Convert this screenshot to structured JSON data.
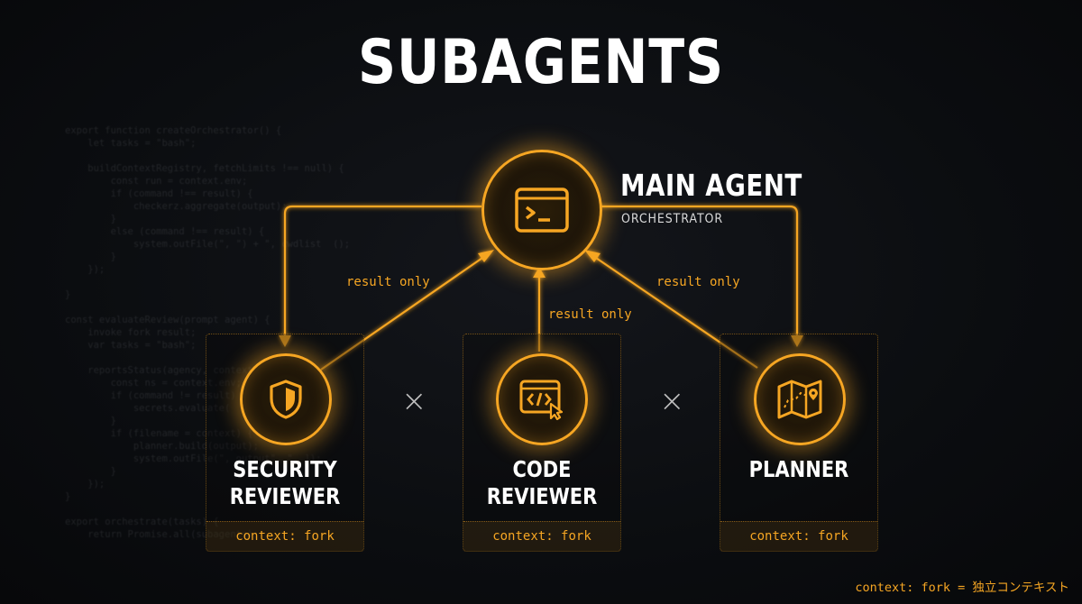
{
  "title": "SUBAGENTS",
  "main_agent": {
    "name": "MAIN AGENT",
    "role": "ORCHESTRATOR",
    "icon": "terminal-icon"
  },
  "subagents": [
    {
      "name_line1": "SECURITY",
      "name_line2": "REVIEWER",
      "context": "context: fork",
      "icon": "shield-icon",
      "edge_label": "result only"
    },
    {
      "name_line1": "CODE",
      "name_line2": "REVIEWER",
      "context": "context: fork",
      "icon": "code-window-icon",
      "edge_label": "result only"
    },
    {
      "name_line1": "PLANNER",
      "name_line2": "",
      "context": "context: fork",
      "icon": "map-icon",
      "edge_label": "result only"
    }
  ],
  "separator_symbol": "×",
  "footnote": "context: fork = 独立コンテキスト",
  "colors": {
    "accent": "#f6a623",
    "background": "#0b0d10",
    "text": "#ffffff"
  }
}
